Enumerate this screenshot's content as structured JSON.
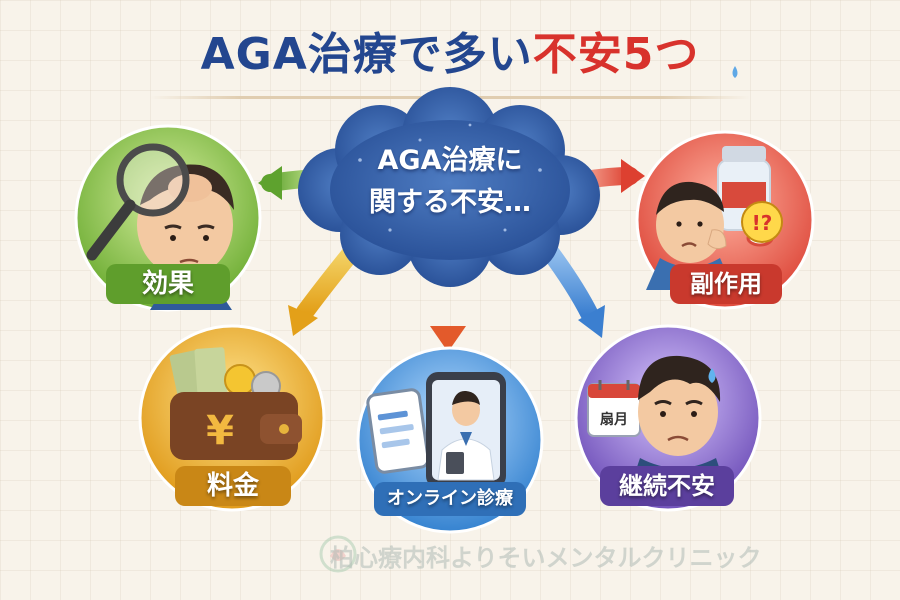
{
  "title": {
    "part1": "AGA治療",
    "part2": "で多い",
    "part3": "不安5つ"
  },
  "center": {
    "line1": "AGA治療に",
    "line2": "関する不安…"
  },
  "items": [
    {
      "label": "効果",
      "color": "#7dbb3f"
    },
    {
      "label": "副作用",
      "color": "#e0463e"
    },
    {
      "label": "料金",
      "color": "#e2a21e"
    },
    {
      "label": "オンライン診療",
      "color": "#3e8fd6"
    },
    {
      "label": "継続不安",
      "color": "#7b5cc2"
    }
  ],
  "calendar_text": "扇月",
  "badge_text": "!?",
  "yen_symbol": "¥",
  "watermark": "柏心療内科よりそいメンタルクリニック"
}
